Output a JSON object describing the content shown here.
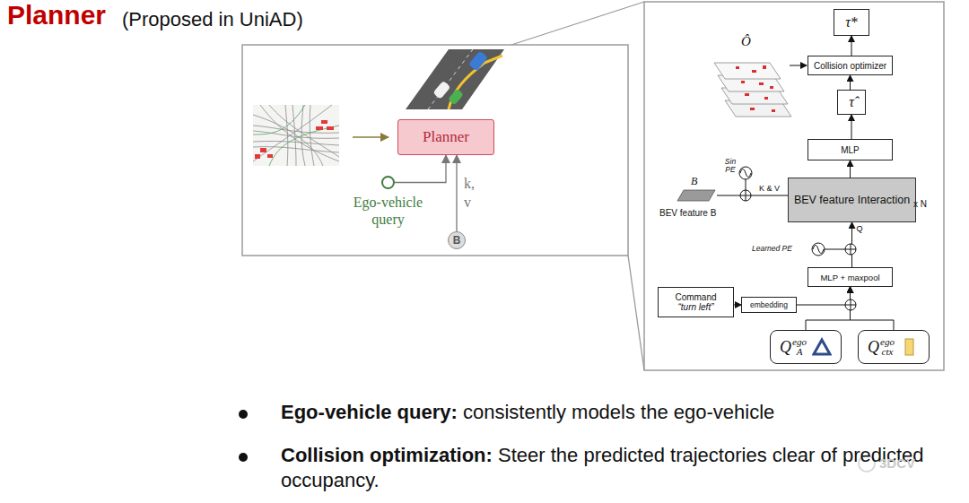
{
  "diagram": {
    "title": "Planner",
    "nodes": [
      {
        "text": [
          "Planner"
        ]
      },
      {
        "text": [
          "B"
        ]
      },
      {
        "text": [
          "Ego-vehicle query"
        ]
      },
      {
        "text": [
          "τ*"
        ]
      },
      {
        "text": [
          "Collision optimizer"
        ]
      },
      {
        "text": [
          "τ̂"
        ]
      },
      {
        "text": [
          "MLP"
        ]
      },
      {
        "text": [
          "BEV feature Interaction"
        ]
      },
      {
        "text": [
          "MLP + maxpool"
        ]
      },
      {
        "text": [
          "Command",
          "“turn left”"
        ]
      },
      {
        "text": [
          "embedding"
        ]
      },
      {
        "text": [
          "Q",
          "ego",
          "A"
        ]
      },
      {
        "text": [
          "Q",
          "ego",
          "ctx"
        ]
      }
    ],
    "edges": [
      {
        "from": 2,
        "to": 0,
        "arrow": "to"
      },
      {
        "from": 1,
        "to": 0,
        "label": "k, v",
        "arrow": "to"
      },
      {
        "from": 4,
        "to": 3,
        "arrow": "to"
      },
      {
        "from": 5,
        "to": 4,
        "arrow": "to"
      },
      {
        "from": 6,
        "to": 5,
        "arrow": "to"
      },
      {
        "from": 7,
        "to": 6,
        "arrow": "to"
      },
      {
        "from": 8,
        "to": 7,
        "label": "Q",
        "arrow": "to"
      },
      {
        "from": 9,
        "to": 10,
        "arrow": "to"
      },
      {
        "from": 10,
        "to": 8,
        "arrow": "to"
      },
      {
        "from": 11,
        "to": 8,
        "arrow": "to"
      },
      {
        "from": 12,
        "to": 8,
        "arrow": "to"
      }
    ],
    "labels": [
      "(Proposed in UniAD)",
      "Ô",
      "B",
      "BEV feature B",
      "Sin PE",
      "K & V",
      "x N",
      "Learned PE",
      "Ego-vehicle query:",
      "consistently models the ego-vehicle",
      "Collision optimization:",
      "Steer the predicted trajectories clear of predicted occupancy.",
      "3DCV"
    ]
  }
}
